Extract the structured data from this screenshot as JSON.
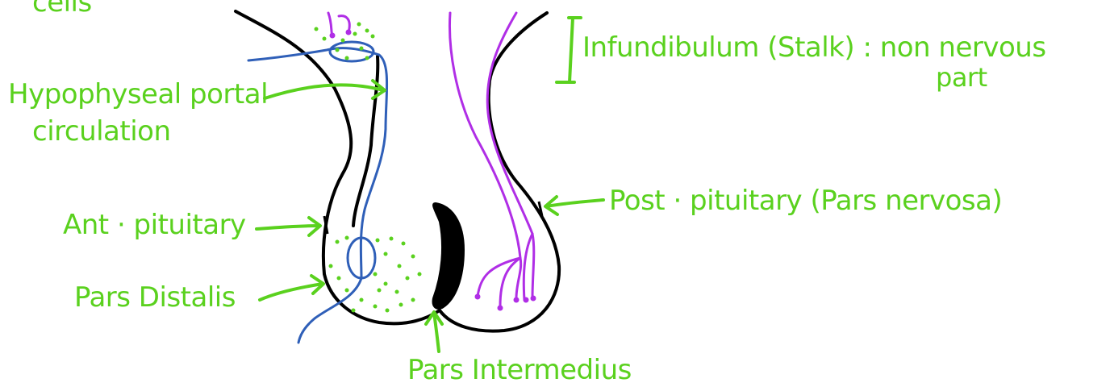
{
  "colors": {
    "label": "#5ad11e",
    "outline": "#000000",
    "portal_vessel": "#2f5fb8",
    "nerve_fibers": "#b02ee6"
  },
  "labels": {
    "cells_fragment": "cells",
    "infundibulum_line1": "Infundibulum (Stalk) : non nervous",
    "infundibulum_line2": "part",
    "hypophyseal_line1": "Hypophyseal portal",
    "hypophyseal_line2": "circulation",
    "ant_pituitary": "Ant · pituitary",
    "post_pituitary": "Post · pituitary (Pars nervosa)",
    "pars_distalis": "Pars Distalis",
    "pars_intermedius": "Pars Intermedius"
  }
}
